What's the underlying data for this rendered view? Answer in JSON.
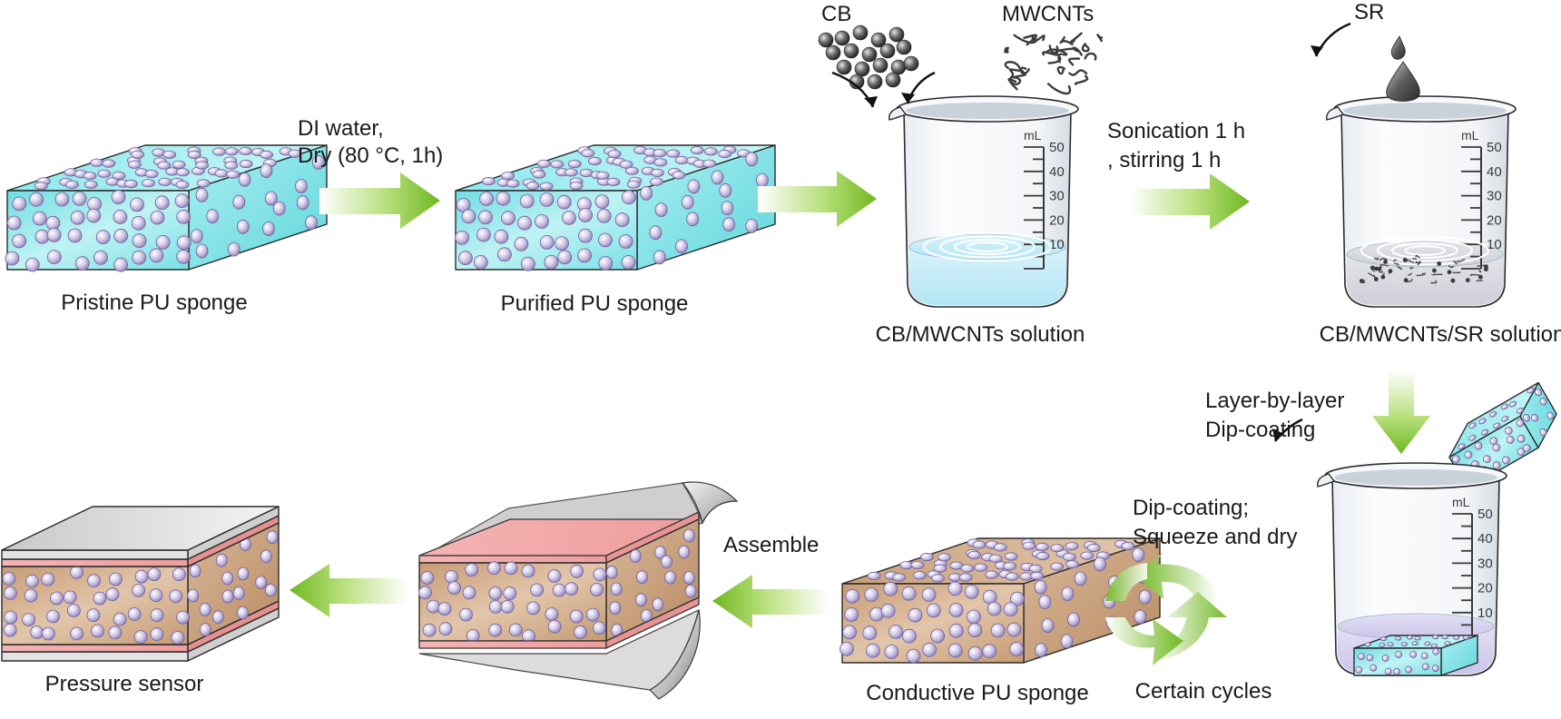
{
  "labels": {
    "pristine": "Pristine PU sponge",
    "purified": "Purified PU sponge",
    "step1_line1": "DI water,",
    "step1_line2": "Dry (80 °C, 1h)",
    "cb": "CB",
    "mwcnts": "MWCNTs",
    "solution1": "CB/MWCNTs solution",
    "step3_line1": "Sonication 1 h",
    "step3_line2": ", stirring 1 h",
    "sr": "SR",
    "solution2": "CB/MWCNTs/SR solution",
    "step4_line1": "Layer-by-layer",
    "step4_line2": "Dip-coating",
    "step5_line1": "Dip-coating;",
    "step5_line2": "Squeeze and dry",
    "cycles": "Certain cycles",
    "conductive": "Conductive PU sponge",
    "assemble": "Assemble",
    "sensor": "Pressure sensor"
  },
  "beaker": {
    "unit": "mL",
    "ticks": [
      "50",
      "40",
      "30",
      "20",
      "10"
    ]
  },
  "colors": {
    "sponge_cyan": "#7fe3e8",
    "sponge_brown": "#c9a37f",
    "pore": "#c7bde0",
    "arrow_green": "#7cc22a",
    "pink_layer": "#f2a6a6",
    "film_gray": "#d9d9d9"
  }
}
